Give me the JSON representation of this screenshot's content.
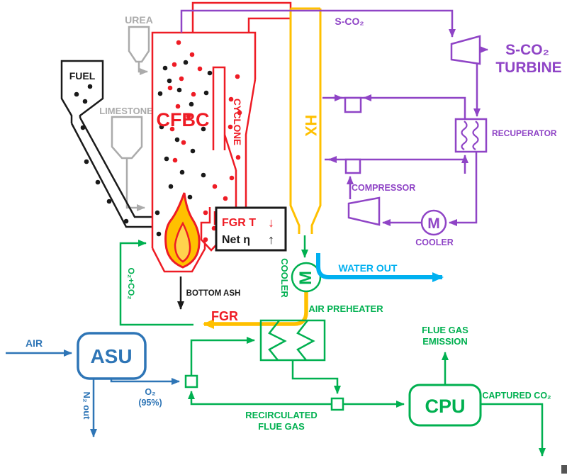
{
  "colors": {
    "red": "#ee1c25",
    "gold": "#ffc000",
    "purple": "#8f44c6",
    "green": "#00b050",
    "blue": "#2e75b6",
    "cyan": "#00b0f0",
    "gray": "#ababab",
    "black": "#1a1a1a"
  },
  "feed": {
    "urea": "UREA",
    "fuel": "FUEL",
    "limestone": "LIMESTONE"
  },
  "combustor": {
    "name": "CFBC",
    "cyclone": "CYCLONE",
    "bottom_ash": "BOTTOM ASH",
    "oxidant": "O₂+CO₂"
  },
  "hx_train": {
    "hx": "HX",
    "cooler": "COOLER",
    "motor": "M",
    "water_out": "WATER OUT",
    "fgr": "FGR"
  },
  "sco2_cycle": {
    "stream": "S-CO₂",
    "turbine_line1": "S-CO₂",
    "turbine_line2": "TURBINE",
    "recuperator": "RECUPERATOR",
    "compressor": "COMPRESSOR",
    "cooler": "COOLER",
    "motor": "M"
  },
  "callout": {
    "line1": "FGR T",
    "line1_arrow": "↓",
    "line2": "Net η",
    "line2_arrow": "↑"
  },
  "asu": {
    "name": "ASU",
    "air": "AIR",
    "n2_out": "N₂ out",
    "o2": "O₂",
    "o2_purity": "(95%)"
  },
  "flue_loop": {
    "air_preheater": "AIR PREHEATER",
    "recirc_line1": "RECIRCULATED",
    "recirc_line2": "FLUE GAS",
    "cpu": "CPU",
    "emission_line1": "FLUE GAS",
    "emission_line2": "EMISSION",
    "captured": "CAPTURED CO₂"
  }
}
